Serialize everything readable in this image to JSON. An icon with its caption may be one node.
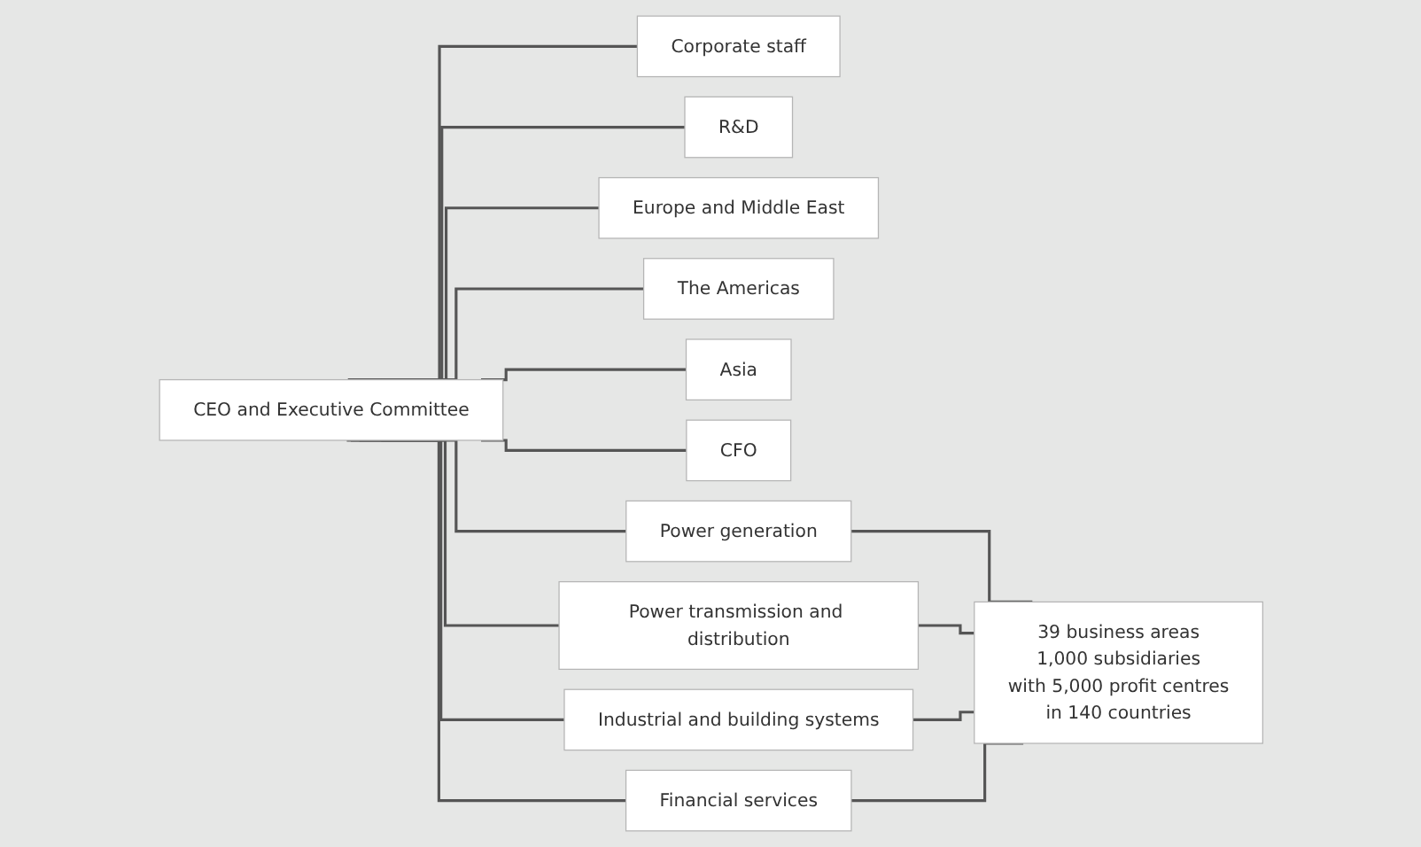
{
  "diagram": {
    "nodes": [
      {
        "text": [
          "CEO and Executive Committee"
        ]
      },
      {
        "text": [
          "Corporate staff"
        ]
      },
      {
        "text": [
          "R&D"
        ]
      },
      {
        "text": [
          "Europe and Middle East"
        ]
      },
      {
        "text": [
          "The Americas"
        ]
      },
      {
        "text": [
          "Asia"
        ]
      },
      {
        "text": [
          "CFO"
        ]
      },
      {
        "text": [
          "Power generation"
        ]
      },
      {
        "text": [
          "Power transmission and distribution"
        ]
      },
      {
        "text": [
          "Industrial and building systems"
        ]
      },
      {
        "text": [
          "Financial services"
        ]
      },
      {
        "text": [
          "39 business areas",
          "1,000 subsidiaries",
          "with 5,000 profit centres",
          "in 140 countries"
        ]
      }
    ],
    "edges": [
      {
        "from": 0,
        "to": 1,
        "arrow": "none"
      },
      {
        "from": 0,
        "to": 2,
        "arrow": "none"
      },
      {
        "from": 0,
        "to": 3,
        "arrow": "none"
      },
      {
        "from": 0,
        "to": 4,
        "arrow": "none"
      },
      {
        "from": 0,
        "to": 5,
        "arrow": "none"
      },
      {
        "from": 0,
        "to": 6,
        "arrow": "none"
      },
      {
        "from": 0,
        "to": 7,
        "arrow": "none"
      },
      {
        "from": 0,
        "to": 8,
        "arrow": "none"
      },
      {
        "from": 0,
        "to": 9,
        "arrow": "none"
      },
      {
        "from": 0,
        "to": 10,
        "arrow": "none"
      },
      {
        "from": 7,
        "to": 11,
        "arrow": "none"
      },
      {
        "from": 8,
        "to": 11,
        "arrow": "none"
      },
      {
        "from": 9,
        "to": 11,
        "arrow": "none"
      },
      {
        "from": 10,
        "to": 11,
        "arrow": "none"
      }
    ]
  }
}
